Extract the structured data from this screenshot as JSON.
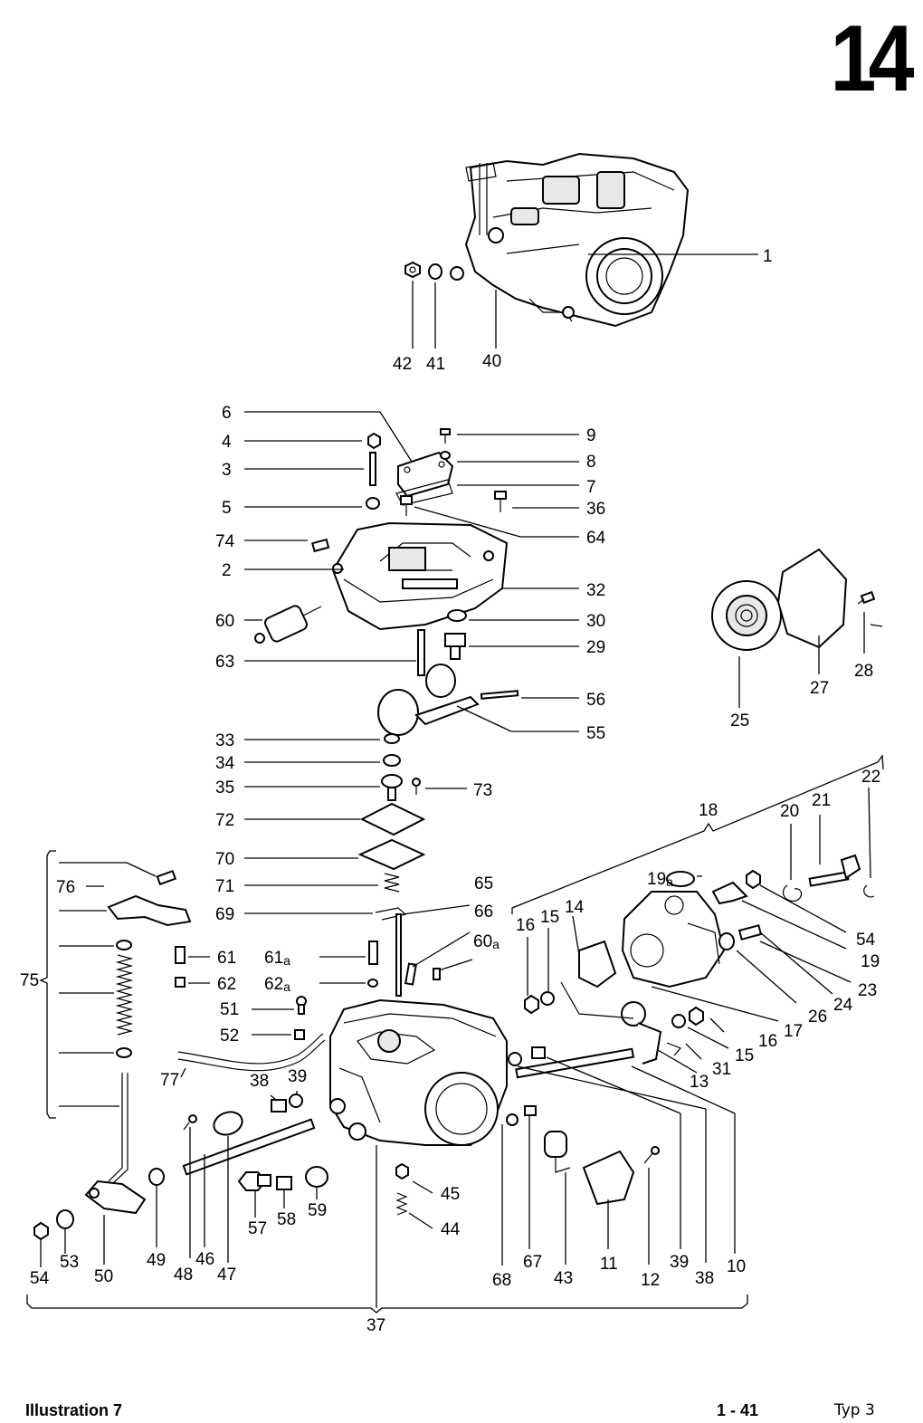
{
  "page_number": "14",
  "footer": {
    "left": "Illustration 7",
    "middle": "1 - 41",
    "right": "Typ 3"
  },
  "callouts": [
    "1",
    "2",
    "3",
    "4",
    "5",
    "6",
    "7",
    "8",
    "9",
    "10",
    "11",
    "12",
    "13",
    "14",
    "15",
    "16",
    "17",
    "18",
    "19",
    "19a",
    "20",
    "21",
    "22",
    "23",
    "24",
    "25",
    "26",
    "27",
    "28",
    "29",
    "30",
    "31",
    "32",
    "33",
    "34",
    "35",
    "36",
    "37",
    "38",
    "39",
    "40",
    "41",
    "42",
    "43",
    "44",
    "45",
    "46",
    "47",
    "48",
    "49",
    "50",
    "51",
    "52",
    "53",
    "54",
    "55",
    "56",
    "57",
    "58",
    "59",
    "60",
    "60a",
    "61",
    "61a",
    "62",
    "62a",
    "63",
    "64",
    "65",
    "66",
    "67",
    "68",
    "69",
    "70",
    "71",
    "72",
    "73",
    "74",
    "75",
    "76",
    "77"
  ]
}
